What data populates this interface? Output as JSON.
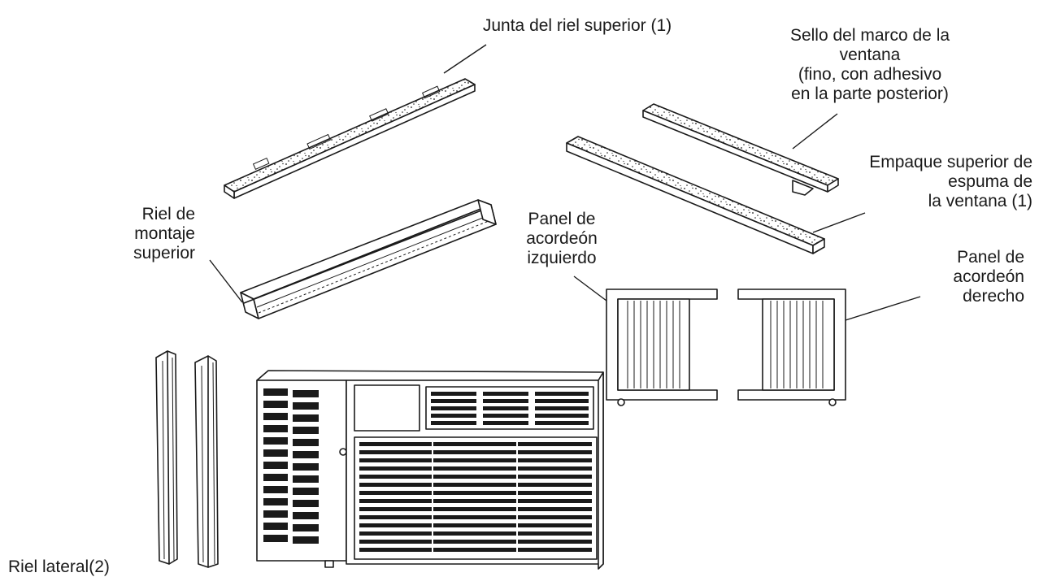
{
  "labels": {
    "top_rail_gasket": "Junta del riel superior (1)",
    "window_frame_seal": "Sello del marco de la\nventana\n(fino, con adhesivo\nen la parte posterior)",
    "window_foam_top": "Empaque superior de\nespuma de\nla ventana (1)",
    "top_mounting_rail": "Riel de\nmontaje\nsuperior",
    "left_accordion_panel": "Panel de\nacordeón\nizquierdo",
    "right_accordion_panel": "Panel de\nacordeón\nderecho",
    "side_rail": "Riel lateral(2)"
  },
  "colors": {
    "ink": "#1a1a1a",
    "paper": "#ffffff"
  }
}
